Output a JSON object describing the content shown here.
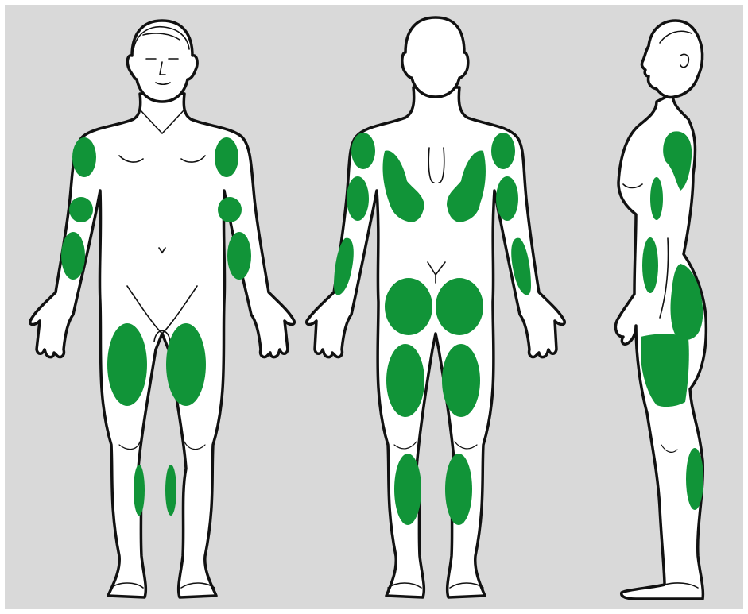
{
  "colors": {
    "background": "#d9d9d9",
    "body_fill": "#ffffff",
    "outline": "#111111",
    "zone": "#119438"
  },
  "figures": [
    {
      "view": "front"
    },
    {
      "view": "back"
    },
    {
      "view": "side"
    }
  ]
}
